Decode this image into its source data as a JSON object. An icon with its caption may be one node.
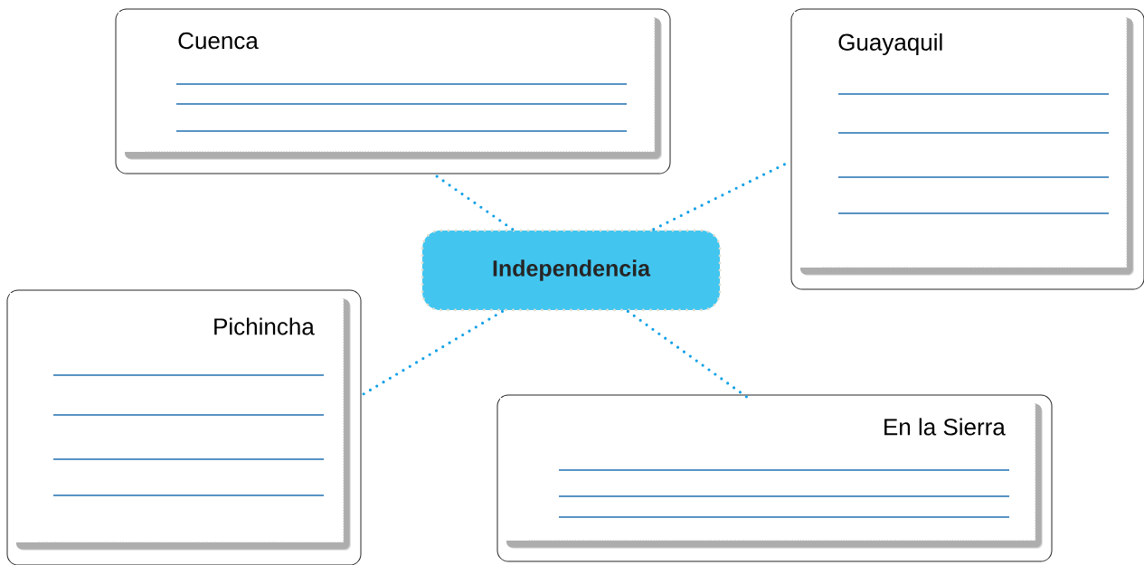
{
  "diagram": {
    "nodes": [
      {
        "text": [
          "Cuenca"
        ]
      },
      {
        "text": [
          "Guayaquil"
        ]
      },
      {
        "text": [
          "Independencia"
        ]
      },
      {
        "text": [
          "Pichincha"
        ]
      },
      {
        "text": [
          "En la Sierra"
        ]
      }
    ],
    "edges": [
      {
        "from": 2,
        "to": 0,
        "arrow": "none"
      },
      {
        "from": 2,
        "to": 1,
        "arrow": "none"
      },
      {
        "from": 2,
        "to": 3,
        "arrow": "none"
      },
      {
        "from": 2,
        "to": 4,
        "arrow": "none"
      }
    ]
  }
}
